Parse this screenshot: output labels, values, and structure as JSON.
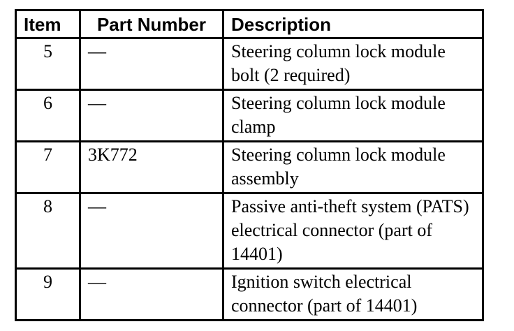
{
  "table": {
    "name": "parts-list-table",
    "columns": [
      {
        "label": "Item"
      },
      {
        "label": "Part Number"
      },
      {
        "label": "Description"
      }
    ],
    "rows": [
      {
        "item": "5",
        "part_number": "—",
        "description": "Steering column lock module bolt (2 required)"
      },
      {
        "item": "6",
        "part_number": "—",
        "description": "Steering column lock module clamp"
      },
      {
        "item": "7",
        "part_number": "3K772",
        "description": "Steering column lock module assembly"
      },
      {
        "item": "8",
        "part_number": "—",
        "description": "Passive anti-theft system (PATS) electrical connector (part of 14401)"
      },
      {
        "item": "9",
        "part_number": "—",
        "description": "Ignition switch electrical connector (part of 14401)"
      }
    ],
    "colors": {
      "border": "#000000",
      "text": "#000000",
      "background": "#ffffff"
    }
  }
}
